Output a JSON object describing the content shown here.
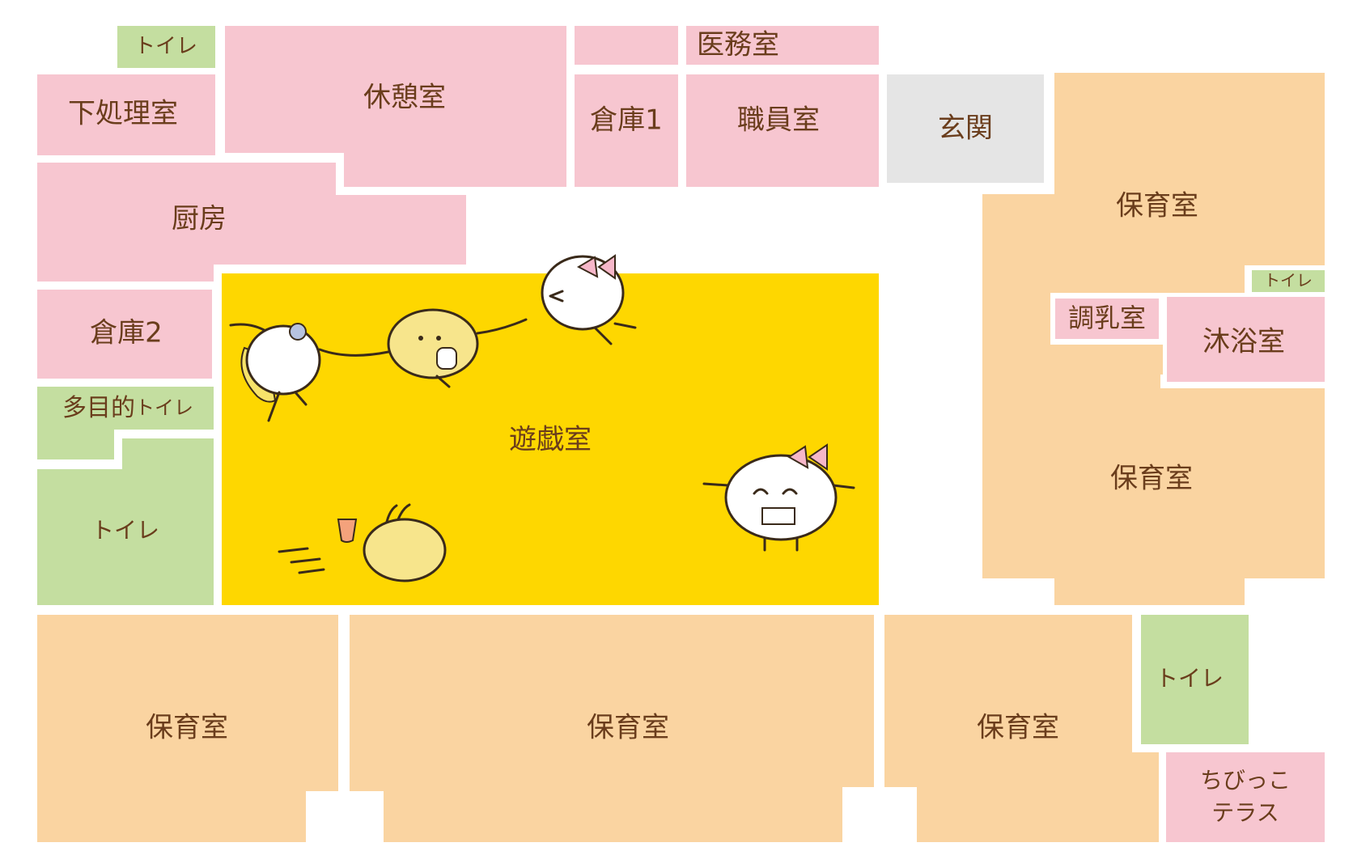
{
  "floor_plan": {
    "colors": {
      "staff": "#f7c6d0",
      "toilet": "#c4dea0",
      "childcare": "#fad4a1",
      "play": "#fed700",
      "entrance": "#e5e5e5",
      "label": "#6a3d1c"
    },
    "rooms": {
      "toilet_top": "トイレ",
      "prep_room": "下処理室",
      "break_room": "休憩室",
      "medical_room": "医務室",
      "storage_1": "倉庫1",
      "staff_room": "職員室",
      "entrance": "玄関",
      "kitchen": "厨房",
      "nursery_right_top": "保育室",
      "toilet_small": "トイレ",
      "formula_room": "調乳室",
      "bath_room": "沐浴室",
      "storage_2": "倉庫2",
      "multipurpose_toilet_prefix": "多目的",
      "multipurpose_toilet_suffix": "トイレ",
      "toilet_left": "トイレ",
      "play_room": "遊戯室",
      "nursery_right_mid": "保育室",
      "nursery_bottom_1": "保育室",
      "nursery_bottom_2": "保育室",
      "nursery_bottom_3": "保育室",
      "toilet_right": "トイレ",
      "terrace_line1": "ちびっこ",
      "terrace_line2": "テラス"
    }
  }
}
